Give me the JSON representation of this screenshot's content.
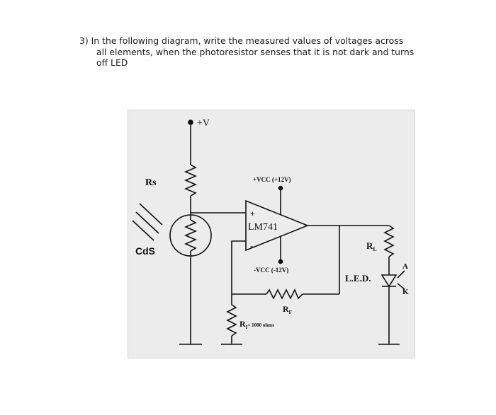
{
  "question": {
    "line1": "3) In the following diagram, write the measured values of voltages across",
    "line2": "all elements, when the photoresistor senses that it is not dark and turns",
    "line3": "off LED"
  },
  "diagram": {
    "supply_label": "+V",
    "rs_label": "Rs",
    "cds_label": "CdS",
    "vcc_pos_label": "+VCC (+12V)",
    "vcc_neg_label": "-VCC (-12V)",
    "opamp_label": "LM741",
    "plus_sign": "+",
    "minus_sign": "-",
    "rl_label": "R",
    "rl_sub": "L",
    "rf_label": "R",
    "rf_sub": "F",
    "ri_label": "R",
    "ri_sub": "I",
    "ri_value": "= 1000 ohms",
    "led_label": "L.E.D.",
    "anode_label": "A",
    "cathode_label": "K"
  }
}
